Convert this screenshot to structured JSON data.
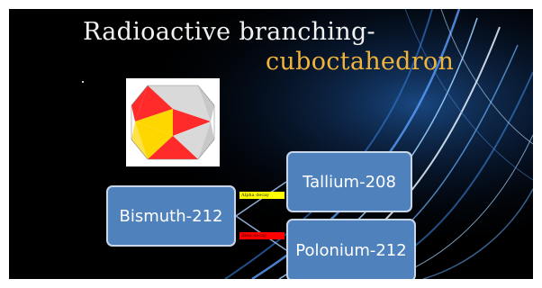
{
  "slide": {
    "title_line1": "Radioactive branching-",
    "title_line2": "cuboctahedron",
    "background_color": "#000000",
    "title_color": "#f2f2f2",
    "accent_title_color": "#f0b43c"
  },
  "diagram": {
    "nodes": {
      "parent": "Bismuth-212",
      "alpha_product": "Tallium-208",
      "beta_product": "Polonium-212"
    },
    "edges": {
      "alpha_label": "Alpha decay",
      "beta_label": "Beta decay"
    },
    "node_color": "#4f81bd",
    "alpha_label_color": "#ffff00",
    "beta_label_color": "#ff0000"
  },
  "figure": {
    "icon": "cuboctahedron-icon",
    "face_colors": [
      "#ffd700",
      "#ff0000",
      "#d9d9d9"
    ]
  }
}
